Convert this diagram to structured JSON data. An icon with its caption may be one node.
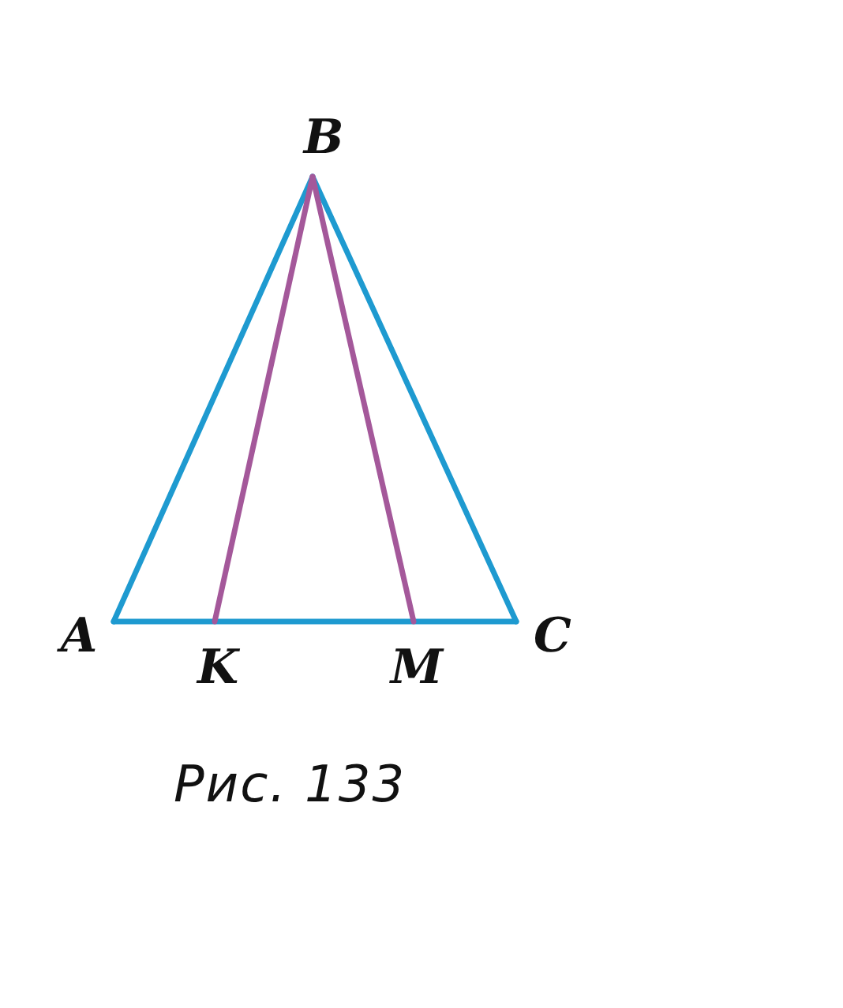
{
  "diagram": {
    "caption": "Рис. 133",
    "nodes": [
      {
        "text": [
          "B"
        ]
      },
      {
        "text": [
          "A"
        ]
      },
      {
        "text": [
          "C"
        ]
      },
      {
        "text": [
          "K"
        ]
      },
      {
        "text": [
          "M"
        ]
      }
    ],
    "edges": [
      {
        "from": 0,
        "to": 1,
        "arrow": "none"
      },
      {
        "from": 0,
        "to": 2,
        "arrow": "none"
      },
      {
        "from": 1,
        "to": 2,
        "arrow": "none"
      },
      {
        "from": 0,
        "to": 3,
        "arrow": "none",
        "color": "#a4589a"
      },
      {
        "from": 0,
        "to": 4,
        "arrow": "none",
        "color": "#a4589a"
      }
    ]
  }
}
